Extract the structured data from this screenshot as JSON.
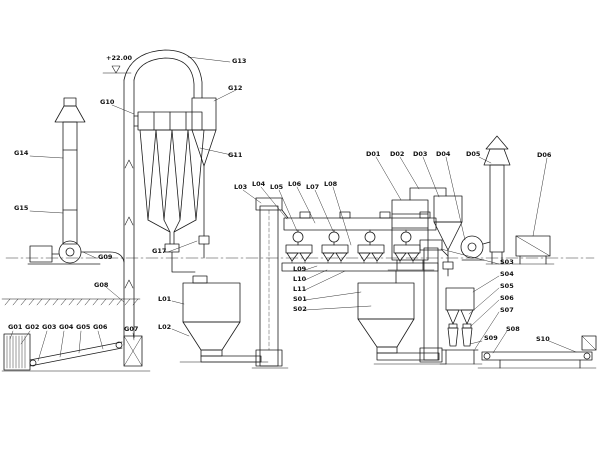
{
  "labels": {
    "elevation": "+22.00",
    "g01": "G01",
    "g02": "G02",
    "g03": "G03",
    "g04": "G04",
    "g05": "G05",
    "g06": "G06",
    "g07": "G07",
    "g08": "G08",
    "g09": "G09",
    "g10": "G10",
    "g11": "G11",
    "g12": "G12",
    "g13": "G13",
    "g14": "G14",
    "g15": "G15",
    "g17": "G17",
    "l01": "L01",
    "l02": "L02",
    "l03": "L03",
    "l04": "L04",
    "l05": "L05",
    "l06": "L06",
    "l07": "L07",
    "l08": "L08",
    "l09": "L09",
    "l10": "L10",
    "l11": "L11",
    "s01": "S01",
    "s02": "S02",
    "s03": "S03",
    "s04": "S04",
    "s05": "S05",
    "s06": "S06",
    "s07": "S07",
    "s08": "S08",
    "s09": "S09",
    "s10": "S10",
    "d01": "D01",
    "d02": "D02",
    "d03": "D03",
    "d04": "D04",
    "d05": "D05",
    "d06": "D06"
  },
  "line_color": "#1c1c1c"
}
